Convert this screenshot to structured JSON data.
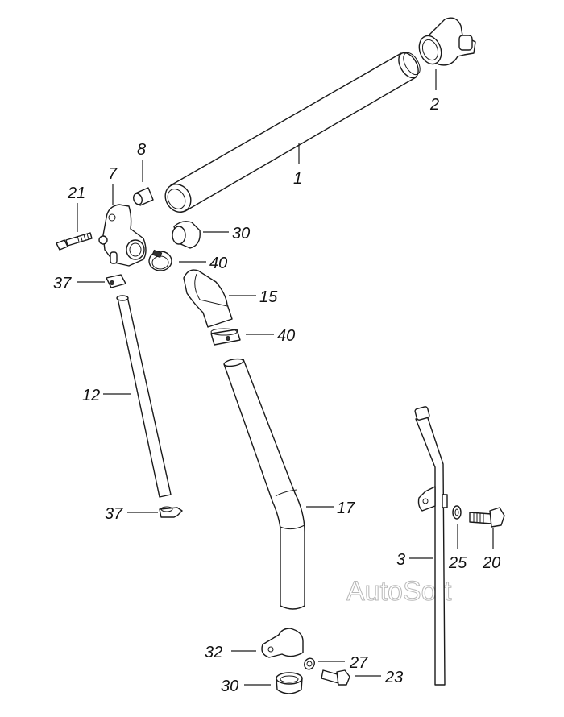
{
  "diagram": {
    "type": "exploded parts diagram",
    "watermark": "AutoSoft",
    "callouts": {
      "c1": "1",
      "c2": "2",
      "c3": "3",
      "c7": "7",
      "c8": "8",
      "c12": "12",
      "c15": "15",
      "c17": "17",
      "c20": "20",
      "c21": "21",
      "c23": "23",
      "c25": "25",
      "c27": "27",
      "c30a": "30",
      "c30b": "30",
      "c32": "32",
      "c37a": "37",
      "c37b": "37",
      "c40a": "40",
      "c40b": "40"
    },
    "parts": [
      {
        "number": "1",
        "description": "long straight pipe"
      },
      {
        "number": "2",
        "description": "pipe end fitting"
      },
      {
        "number": "3",
        "description": "bent tube with mounting bracket"
      },
      {
        "number": "7",
        "description": "valve body"
      },
      {
        "number": "8",
        "description": "bushing"
      },
      {
        "number": "12",
        "description": "straight hose"
      },
      {
        "number": "15",
        "description": "elbow hose"
      },
      {
        "number": "17",
        "description": "bent pipe"
      },
      {
        "number": "20",
        "description": "bolt"
      },
      {
        "number": "21",
        "description": "long bolt"
      },
      {
        "number": "23",
        "description": "bolt"
      },
      {
        "number": "25",
        "description": "washer"
      },
      {
        "number": "27",
        "description": "washer"
      },
      {
        "number": "30",
        "description": "cap"
      },
      {
        "number": "32",
        "description": "pipe clamp"
      },
      {
        "number": "37",
        "description": "hose clip"
      },
      {
        "number": "40",
        "description": "hose clamp"
      }
    ]
  }
}
